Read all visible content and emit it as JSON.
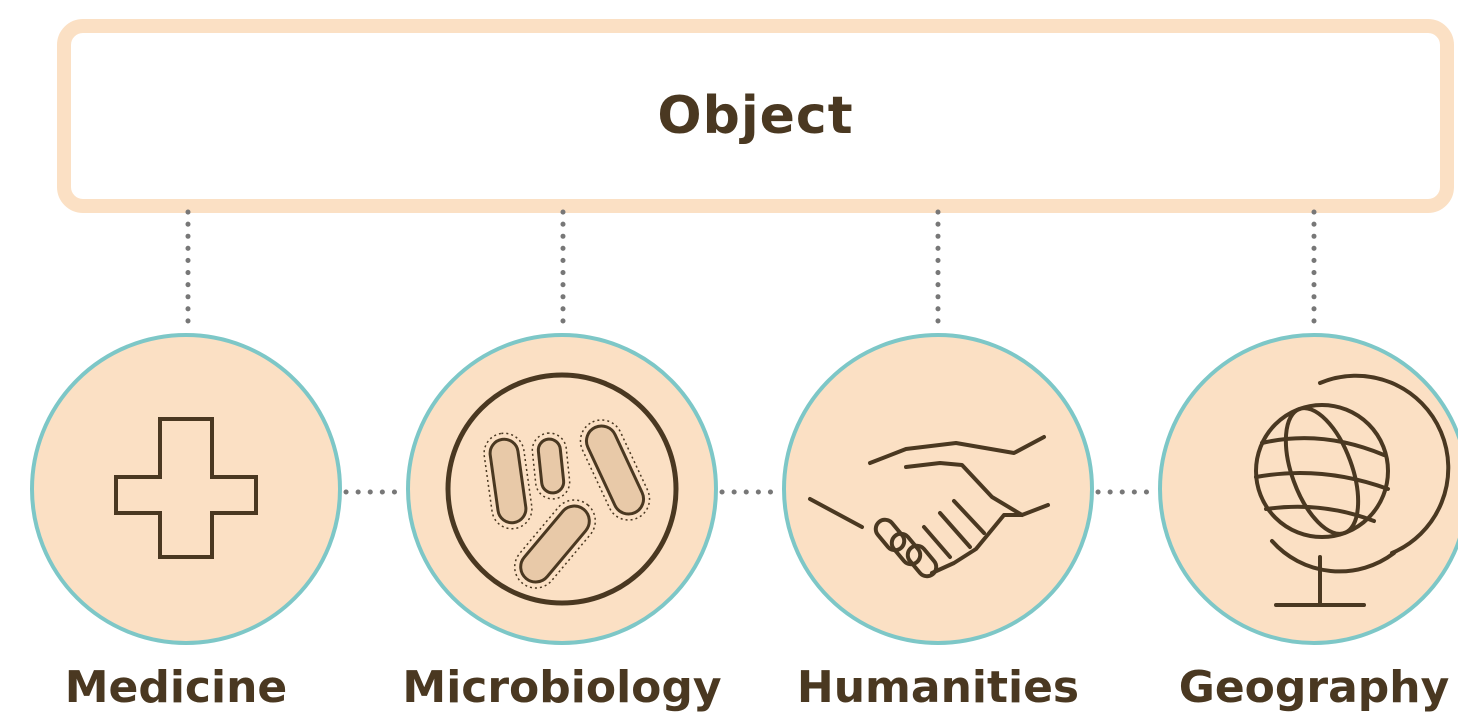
{
  "diagram": {
    "root": {
      "label": "Object"
    },
    "children": [
      {
        "label": "Medicine",
        "icon": "medical-cross-icon"
      },
      {
        "label": "Microbiology",
        "icon": "bacteria-dish-icon"
      },
      {
        "label": "Humanities",
        "icon": "handshake-icon"
      },
      {
        "label": "Geography",
        "icon": "globe-icon"
      }
    ],
    "colors": {
      "box_border": "#fbe0c4",
      "node_fill": "#fbe0c4",
      "node_border": "#7dc7c7",
      "ink": "#4a3821",
      "dots": "#777777"
    }
  }
}
